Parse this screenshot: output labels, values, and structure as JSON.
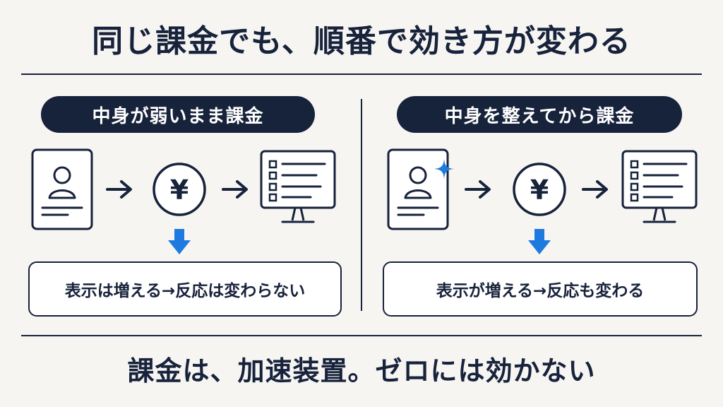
{
  "title": "同じ課金でも、順番で効き方が変わる",
  "left_panel": {
    "label": "中身が弱いまま課金",
    "currency_symbol": "¥",
    "result": "表示は増える→反応は変わらない"
  },
  "right_panel": {
    "label": "中身を整えてから課金",
    "currency_symbol": "¥",
    "result": "表示が増える→反応も変わる"
  },
  "footer": "課金は、加速装置。ゼロには効かない",
  "colors": {
    "navy": "#17223b",
    "accent_blue": "#1f7ae0",
    "background": "#f6f5f2"
  },
  "icons": [
    "profile-card-icon",
    "arrow-right-icon",
    "yen-coin-icon",
    "monitor-list-icon",
    "arrow-down-icon",
    "sparkle-icon"
  ]
}
